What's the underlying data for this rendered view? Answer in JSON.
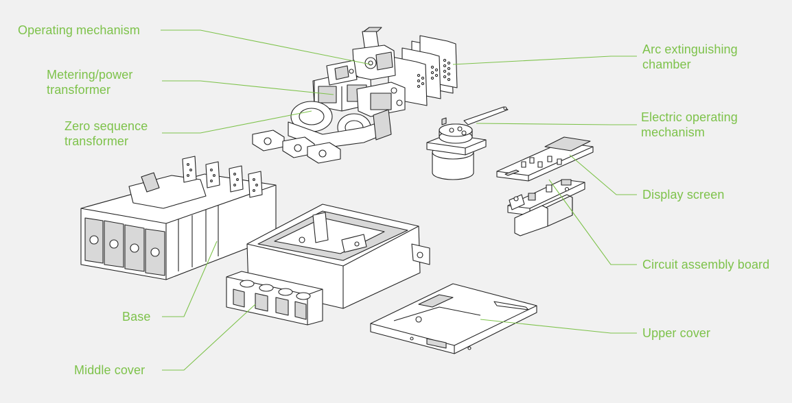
{
  "labels": {
    "operating_mechanism": "Operating mechanism",
    "metering_line1": "Metering/power",
    "metering_line2": "transformer",
    "zero_line1": "Zero sequence",
    "zero_line2": "transformer",
    "base": "Base",
    "middle_cover": "Middle cover",
    "arc_line1": "Arc extinguishing",
    "arc_line2": "chamber",
    "electric_line1": "Electric operating",
    "electric_line2": "mechanism",
    "display_screen": "Display screen",
    "circuit_board": "Circuit assembly board",
    "upper_cover": "Upper cover"
  },
  "colors": {
    "label": "#7dc24a",
    "background": "#f1f1f1",
    "line_art": "#222222"
  }
}
